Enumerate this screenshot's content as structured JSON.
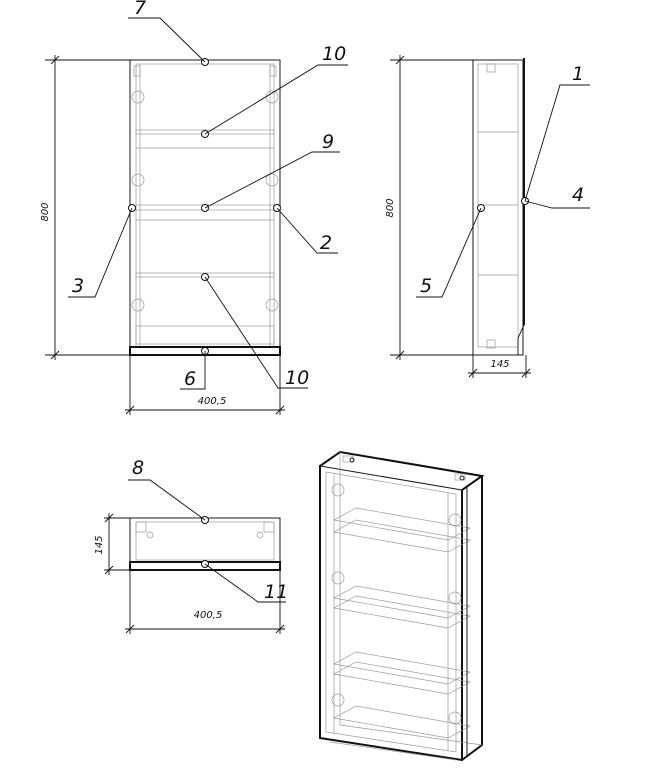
{
  "callouts": {
    "c1": "1",
    "c2": "2",
    "c3": "3",
    "c4": "4",
    "c5": "5",
    "c6": "6",
    "c7": "7",
    "c8": "8",
    "c9": "9",
    "c10a": "10",
    "c10b": "10",
    "c11": "11"
  },
  "dimensions": {
    "front_height": "800",
    "front_width": "400,5",
    "side_height": "800",
    "side_depth": "145",
    "top_depth": "145",
    "top_width": "400,5"
  }
}
